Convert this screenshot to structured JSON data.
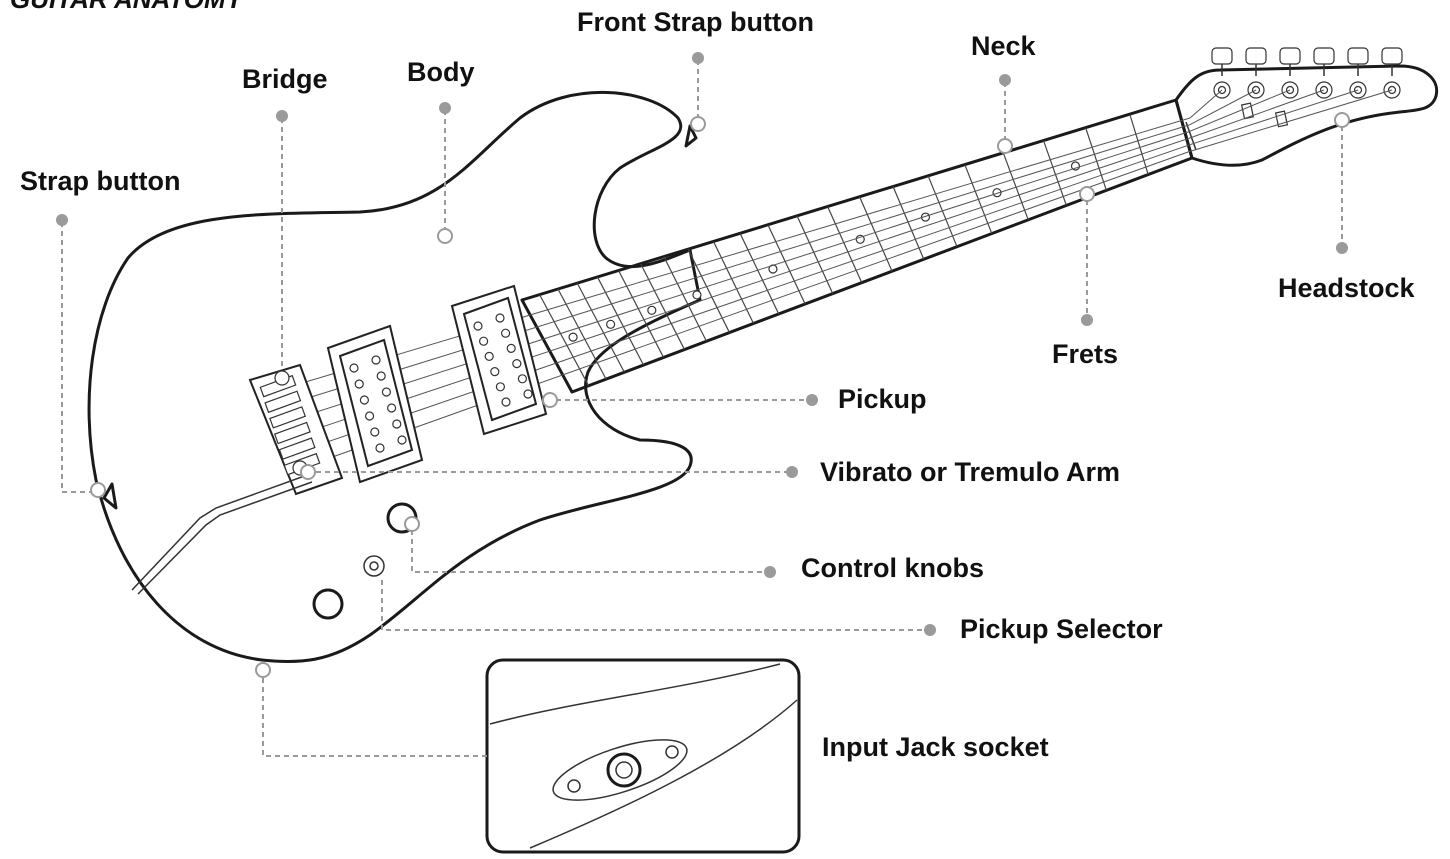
{
  "title": "GUITAR ANATOMY",
  "labels": {
    "front_strap_button": "Front Strap button",
    "neck": "Neck",
    "bridge": "Bridge",
    "body": "Body",
    "strap_button": "Strap button",
    "headstock": "Headstock",
    "frets": "Frets",
    "pickup": "Pickup",
    "vibrato_arm": "Vibrato or Tremulo Arm",
    "control_knobs": "Control knobs",
    "pickup_selector": "Pickup Selector",
    "input_jack_socket": "Input Jack socket"
  },
  "colors": {
    "outline": "#1a1a1a",
    "leader": "#9a9a9a",
    "text": "#111111",
    "background": "#ffffff"
  }
}
